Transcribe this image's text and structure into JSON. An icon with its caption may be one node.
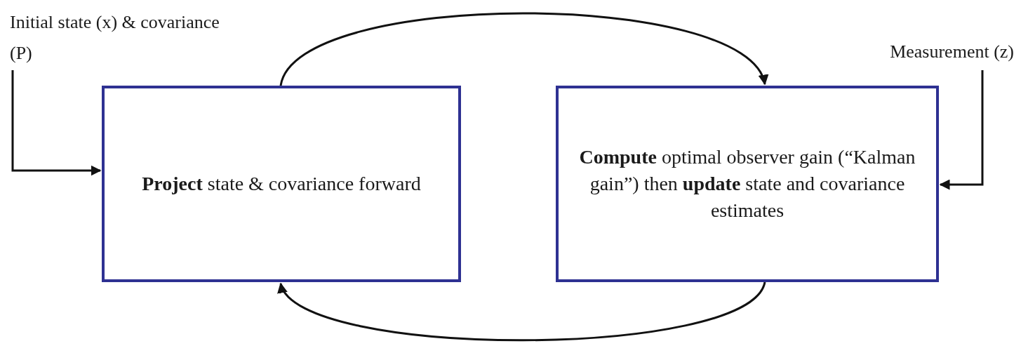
{
  "diagram": {
    "nodes": [
      {
        "text": [
          "Initial state (x) & covariance (P)"
        ]
      },
      {
        "text": [
          "**Project** state & covariance forward"
        ]
      },
      {
        "text": [
          "Measurement (z)"
        ]
      },
      {
        "text": [
          "**Compute** optimal observer gain (“Kalman gain”) then **update** state and covariance estimates"
        ]
      }
    ],
    "edges": [
      {
        "from": 0,
        "to": 1,
        "arrow": "to"
      },
      {
        "from": 1,
        "to": 3,
        "arrow": "to"
      },
      {
        "from": 3,
        "to": 1,
        "arrow": "to"
      },
      {
        "from": 2,
        "to": 3,
        "arrow": "to"
      }
    ]
  }
}
